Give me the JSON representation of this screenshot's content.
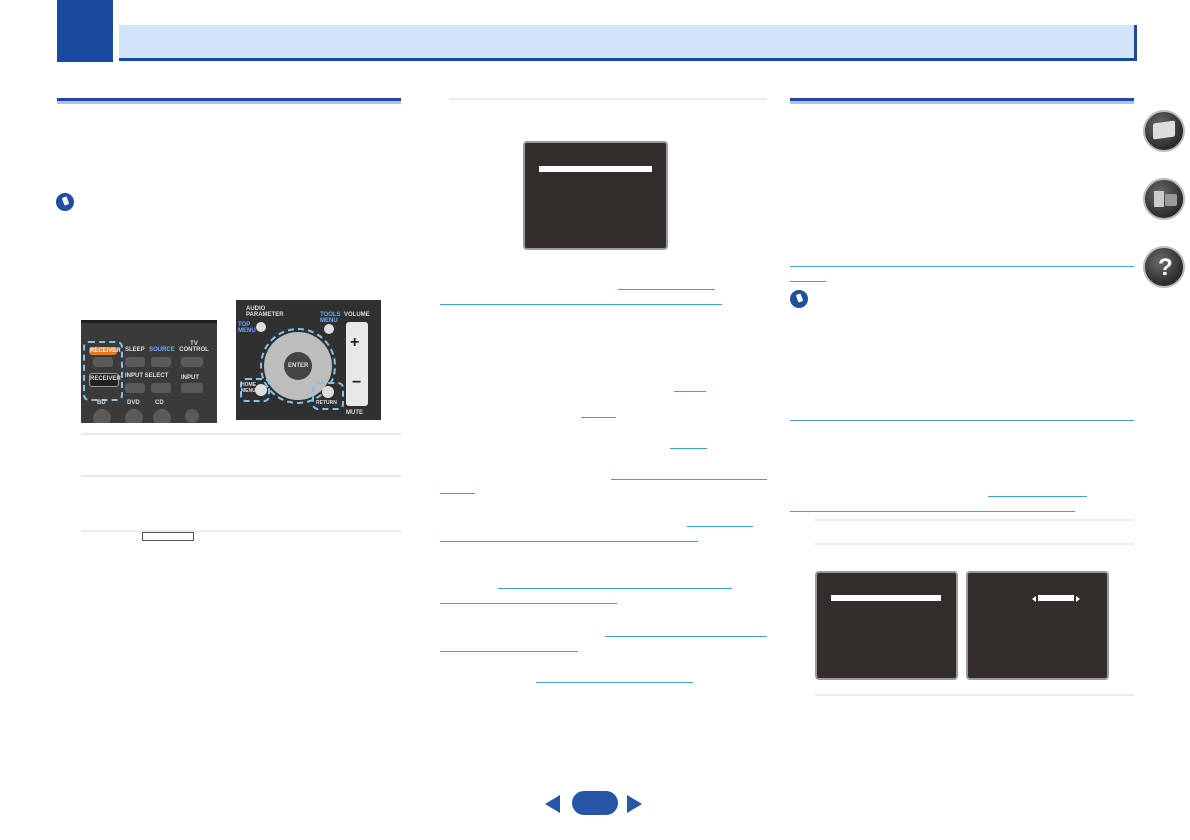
{
  "remote_labels": {
    "receiver_top": "RECEIVER",
    "receiver_btn": "RECEIVER",
    "sleep": "SLEEP",
    "source": "SOURCE",
    "tv_control": "TV CONTROL",
    "input_select": "INPUT SELECT",
    "input": "INPUT",
    "bd": "BD",
    "dvd": "DVD",
    "cd": "CD",
    "audio_parameter": "AUDIO PARAMETER",
    "top_menu": "TOP MENU",
    "tools_menu": "TOOLS MENU",
    "volume": "VOLUME",
    "enter": "ENTER",
    "home_menu": "HOME MENU",
    "return": "RETURN",
    "mute": "MUTE"
  },
  "icons": {
    "chapter_tab": "chapter-tab",
    "tips": "tip-icon",
    "side_manual": "manual-book-icon",
    "side_device": "device-icon",
    "side_faq": "faq-icon",
    "prev": "prev-page-arrow-icon",
    "next": "next-page-arrow-icon"
  },
  "colors": {
    "accent": "#1a4a9c",
    "header_bg": "#d3e5fb",
    "link": "#3aa3d6",
    "osd_bg": "#332d2b"
  }
}
